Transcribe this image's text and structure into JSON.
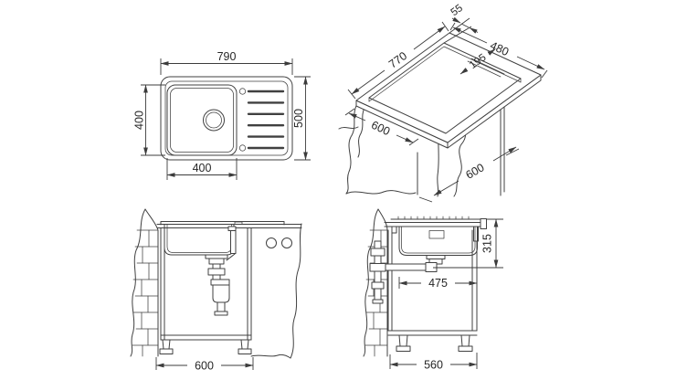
{
  "drawing": {
    "background_color": "#ffffff",
    "line_color": "#404040",
    "text_color": "#262626",
    "views": {
      "plan": {
        "dims": {
          "overall_width": "790",
          "overall_depth": "500",
          "bowl_depth": "400",
          "bowl_width": "400"
        }
      },
      "isometric": {
        "dims": {
          "cutout_length": "770",
          "edge_offset": "55",
          "cutout_width": "480",
          "ledge_width": "195",
          "cabinet_depth": "600",
          "cabinet_width": "600"
        }
      },
      "front_elevation": {
        "dims": {
          "cabinet_width": "600"
        }
      },
      "side_elevation": {
        "dims": {
          "drain_height": "315",
          "wall_to_front": "475",
          "cabinet_depth": "560"
        }
      }
    }
  }
}
